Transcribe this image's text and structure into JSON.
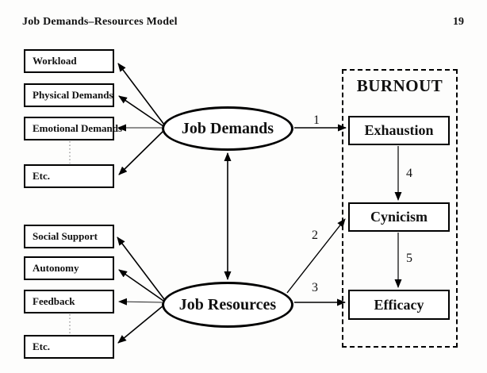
{
  "header": {
    "title": "Job Demands–Resources Model",
    "page_number": "19"
  },
  "demands": {
    "label": "Job Demands",
    "items": [
      "Workload",
      "Physical Demands",
      "Emotional Demands",
      "Etc."
    ]
  },
  "resources": {
    "label": "Job Resources",
    "items": [
      "Social Support",
      "Autonomy",
      "Feedback",
      "Etc."
    ]
  },
  "burnout": {
    "title": "BURNOUT",
    "components": [
      "Exhaustion",
      "Cynicism",
      "Efficacy"
    ]
  },
  "path_labels": {
    "demands_exhaustion": "1",
    "resources_cynicism": "2",
    "resources_efficacy": "3",
    "exhaustion_cynicism": "4",
    "cynicism_efficacy": "5"
  },
  "colors": {
    "line": "#000000",
    "text": "#111111",
    "background": "#fdfdfc"
  }
}
